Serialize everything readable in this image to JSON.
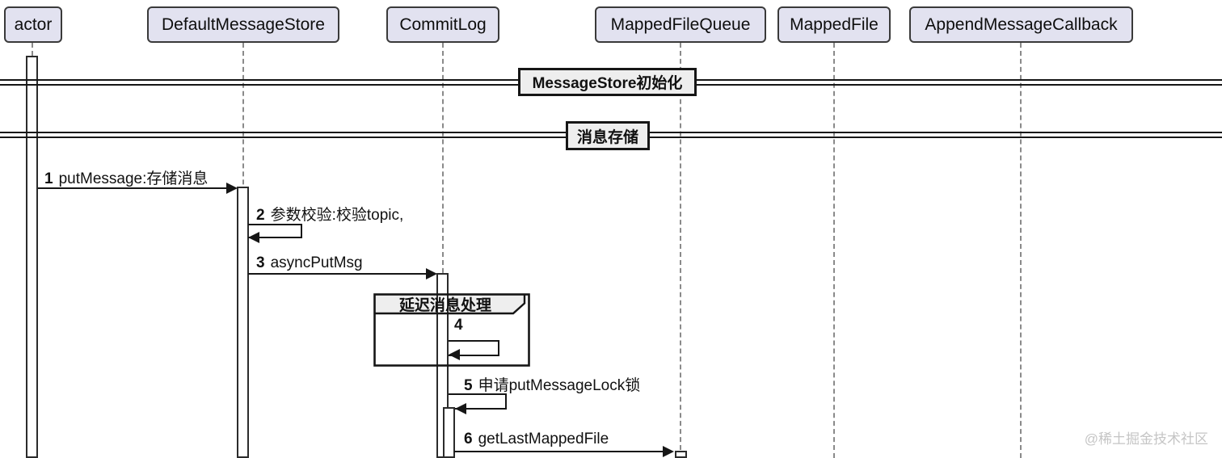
{
  "diagram_type": "sequence-diagram",
  "participants": [
    {
      "label": "actor"
    },
    {
      "label": "DefaultMessageStore"
    },
    {
      "label": "CommitLog"
    },
    {
      "label": "MappedFileQueue"
    },
    {
      "label": "MappedFile"
    },
    {
      "label": "AppendMessageCallback"
    }
  ],
  "dividers": [
    {
      "label": "MessageStore初始化"
    },
    {
      "label": "消息存储"
    }
  ],
  "group": {
    "label": "延迟消息处理"
  },
  "messages": [
    {
      "num": "1",
      "text": "putMessage:存储消息",
      "from": "actor",
      "to": "DefaultMessageStore"
    },
    {
      "num": "2",
      "text": "参数校验:校验topic,",
      "from": "DefaultMessageStore",
      "to": "DefaultMessageStore"
    },
    {
      "num": "3",
      "text": "asyncPutMsg",
      "from": "DefaultMessageStore",
      "to": "CommitLog"
    },
    {
      "num": "4",
      "text": "",
      "from": "CommitLog",
      "to": "CommitLog"
    },
    {
      "num": "5",
      "text": "申请putMessageLock锁",
      "from": "CommitLog",
      "to": "CommitLog"
    },
    {
      "num": "6",
      "text": "getLastMappedFile",
      "from": "CommitLog",
      "to": "MappedFileQueue"
    }
  ],
  "watermark": "@稀土掘金技术社区",
  "colors": {
    "participant_fill": "#E2E2F0",
    "box_fill": "#EEEEEE",
    "line": "#161616",
    "lifeline": "#8A8A8A",
    "watermark": "#C5C5C5"
  }
}
